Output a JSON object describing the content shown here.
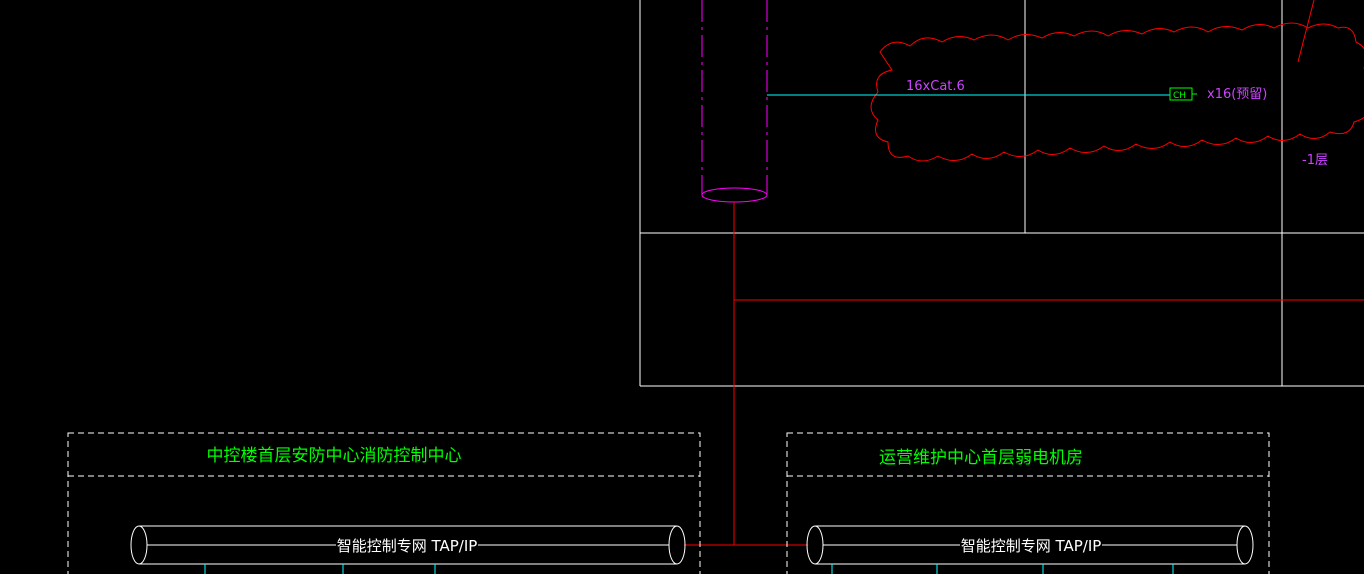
{
  "cable_label": "16xCat.6",
  "outlet_symbol": "CH",
  "outlet_count": "x16(预留)",
  "floor_label": "-1层",
  "left_room_title": "中控楼首层安防中心消防控制中心",
  "right_room_title": "运营维护中心首层弱电机房",
  "left_bus_label": "智能控制专网 TAP/IP",
  "right_bus_label": "智能控制专网 TAP/IP",
  "colors": {
    "background": "#000000",
    "frame": "#ffffff",
    "riser": "#ff00ff",
    "red_line": "#ff0000",
    "cyan_line": "#00ffff",
    "green_text": "#00ff00",
    "magenta_text": "#cc44ff"
  }
}
